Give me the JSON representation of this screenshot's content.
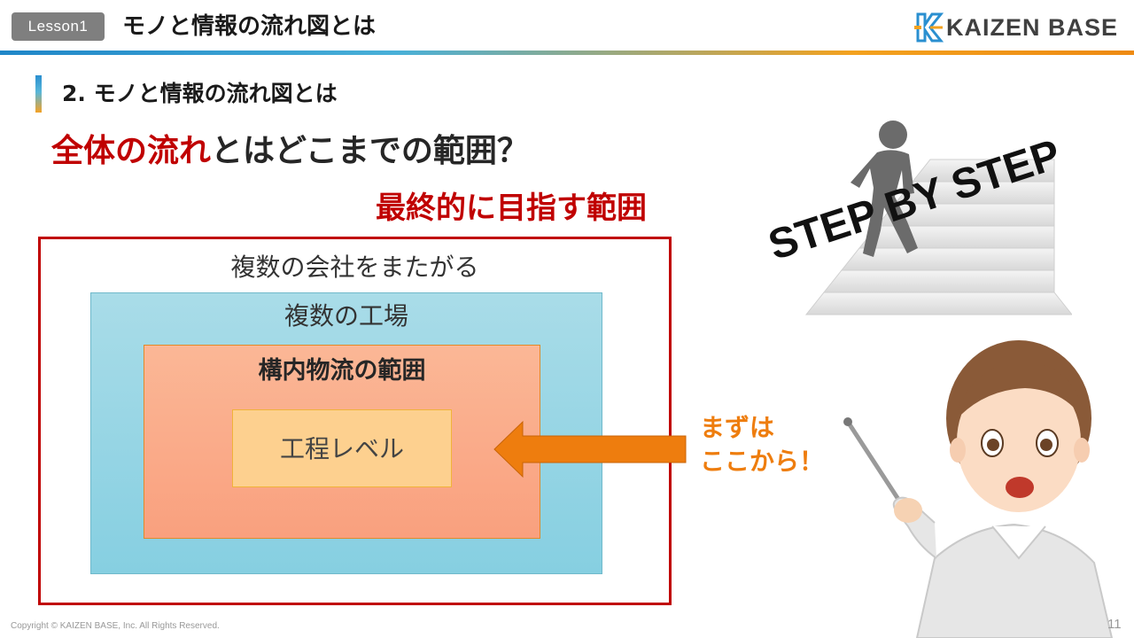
{
  "header": {
    "lesson_label": "Lesson1",
    "title": "モノと情報の流れ図とは",
    "logo_text": "KAIZEN BASE",
    "rule_colors": [
      "#1f86c8",
      "#f3a21f"
    ]
  },
  "section": {
    "heading": "2. モノと情報の流れ図とは"
  },
  "question": {
    "highlight": "全体の流れ",
    "rest": "とはどこまでの範囲？"
  },
  "goal_label": "最終的に目指す範囲",
  "scopes": {
    "companies": "複数の会社をまたがる",
    "factories": "複数の工場",
    "logistics": "構内物流の範囲",
    "process": "工程レベル"
  },
  "callout": {
    "line1": "まずは",
    "line2": "ここから！"
  },
  "stairs_caption": "STEP BY STEP",
  "footer": {
    "copyright": "Copyright ©  KAIZEN BASE, Inc.  All Rights Reserved.",
    "page_number": "11"
  },
  "colors": {
    "accent_red": "#c00000",
    "accent_orange": "#ee7d0e"
  },
  "icons": {
    "logo": "kaizen-base-logo-mark",
    "figure": "person-climbing-stairs",
    "presenter": "woman-with-pointer"
  }
}
